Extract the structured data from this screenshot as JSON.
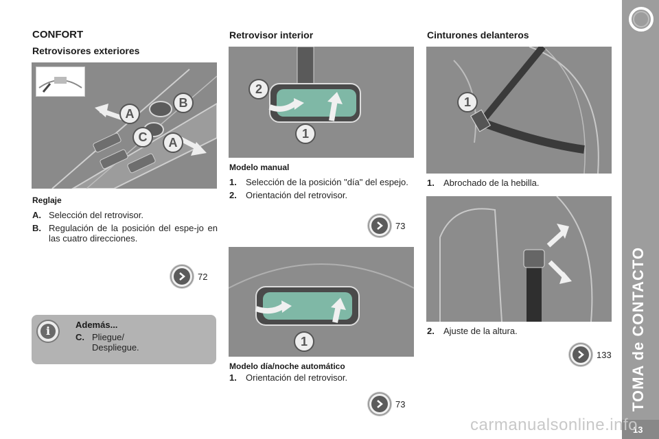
{
  "chapter": {
    "title": "CONFORT",
    "side_label": "TOMA de CONTACTO",
    "page_number": "13"
  },
  "exterior": {
    "heading": "Retrovisores exteriores",
    "labels": {
      "A": "A",
      "B": "B",
      "C": "C"
    },
    "subheading": "Reglaje",
    "items": [
      {
        "key": "A.",
        "text": "Selección del retrovisor."
      },
      {
        "key": "B.",
        "text": "Regulación de la posición del espe-jo en las cuatro direcciones."
      }
    ],
    "ref": "72",
    "info": {
      "title": "Además...",
      "key": "C.",
      "text_line1": "Pliegue/",
      "text_line2": "Despliegue."
    }
  },
  "interior": {
    "heading": "Retrovisor interior",
    "manual": {
      "subheading": "Modelo manual",
      "labels": {
        "one": "1",
        "two": "2"
      },
      "items": [
        {
          "key": "1.",
          "text": "Selección de la posición \"día\" del espejo."
        },
        {
          "key": "2.",
          "text": "Orientación del retrovisor."
        }
      ],
      "ref": "73"
    },
    "auto": {
      "subheading": "Modelo día/noche automático",
      "labels": {
        "one": "1"
      },
      "items": [
        {
          "key": "1.",
          "text": "Orientación del retrovisor."
        }
      ],
      "ref": "73"
    }
  },
  "belts": {
    "heading": "Cinturones delanteros",
    "labels": {
      "one": "1"
    },
    "item1": {
      "key": "1.",
      "text": "Abrochado de la hebilla."
    },
    "item2": {
      "key": "2.",
      "text": "Ajuste de la altura."
    },
    "ref": "133"
  },
  "watermark": "carmanualsonline.info",
  "colors": {
    "sidebar": "#9d9d9d",
    "illustration": "#8c8c8c",
    "glass": "#7fb8a6",
    "info_box": "#b3b3b3"
  }
}
